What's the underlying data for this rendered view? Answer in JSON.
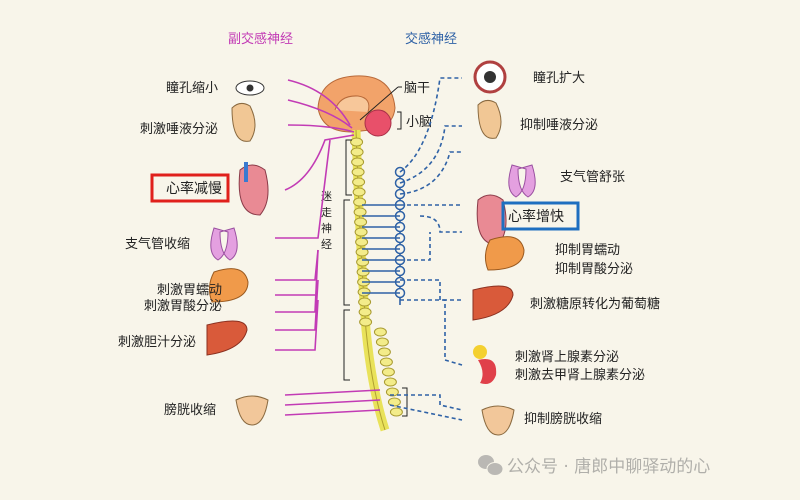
{
  "headers": {
    "parasympathetic": "副交感神经",
    "sympathetic": "交感神经"
  },
  "brain": {
    "brainstem": "脑干",
    "cerebellum": "小脑",
    "vagus": [
      "迷",
      "走",
      "神",
      "经"
    ]
  },
  "left_effects": [
    "瞳孔缩小",
    "刺激唾液分泌",
    "心率减慢",
    "支气管收缩",
    "刺激胃蠕动",
    "刺激胃酸分泌",
    "刺激胆汁分泌",
    "膀胱收缩"
  ],
  "right_effects": [
    "瞳孔扩大",
    "抑制唾液分泌",
    "支气管舒张",
    "心率增快",
    "抑制胃蠕动",
    "抑制胃酸分泌",
    "刺激糖原转化为葡萄糖",
    "刺激肾上腺素分泌",
    "刺激去甲肾上腺素分泌",
    "抑制膀胱收缩"
  ],
  "watermark": "公众号 · 唐郎中聊驿动的心",
  "colors": {
    "parasympathetic": "#c23bb5",
    "sympathetic": "#2f62a6",
    "highlight_left": "#e0201c",
    "highlight_right": "#1f6fc0",
    "background": "#f8f5ea"
  }
}
